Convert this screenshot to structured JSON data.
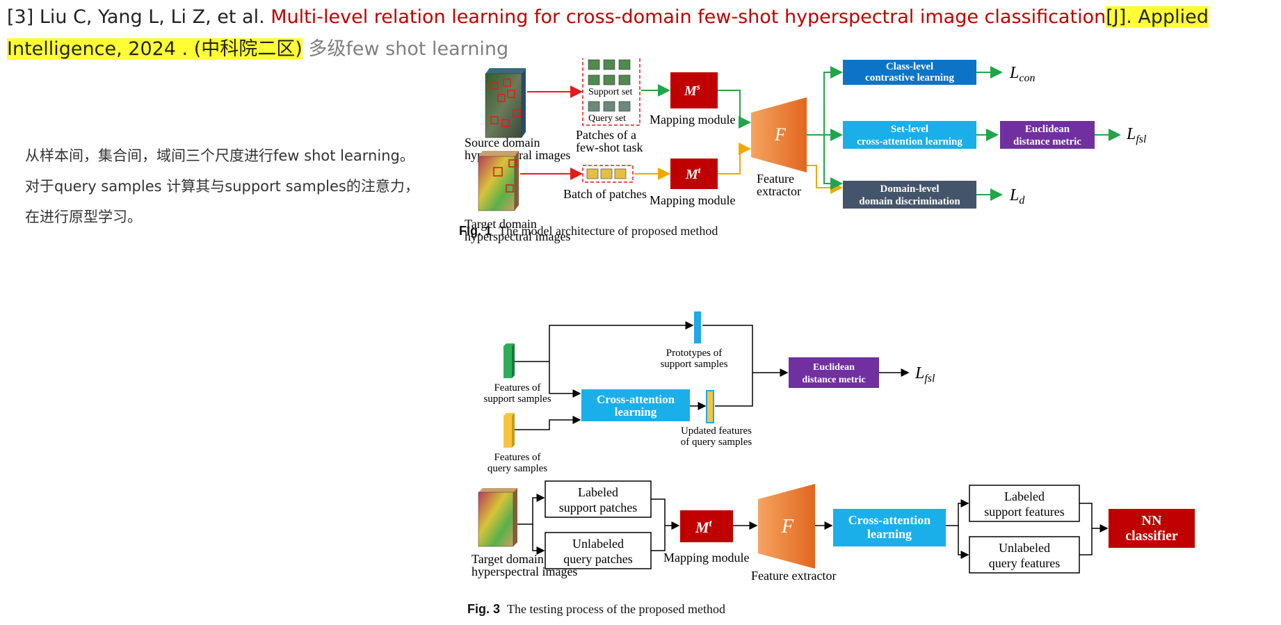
{
  "reference": {
    "index": "[3]",
    "authors": "Liu C, Yang L, Li Z, et al.",
    "title": "Multi-level relation learning for cross-domain few-shot hyperspectral image classification",
    "venue_part1": "[J]. Applied",
    "venue_part2": "Intelligence, 2024 . (中科院二区)",
    "tag": "多级few shot learning"
  },
  "notes": {
    "line1": "从样本间，集合间，域间三个尺度进行few shot learning。",
    "line2": "对于query samples 计算其与support samples的注意力，在进行原型学习。"
  },
  "figure1": {
    "caption_label": "Fig. 1",
    "caption_text": "The model architecture of proposed method",
    "source_label_1": "Source domain",
    "source_label_2": "hyperspectral images",
    "target_label_1": "Target domain",
    "target_label_2": "hyperspectral images",
    "support_set": "Support  set",
    "query_set": "Query set",
    "patches_label_1": "Patches of a",
    "patches_label_2": "few-shot task",
    "batch_label": "Batch of patches",
    "ms": "M",
    "ms_sup": "s",
    "mt": "M",
    "mt_sup": "t",
    "mapping_1": "Mapping module",
    "mapping_2": "Mapping module",
    "f": "F",
    "fe_1": "Feature",
    "fe_2": "extractor",
    "box_class_1": "Class-level",
    "box_class_2": "contrastive learning",
    "box_set_1": "Set-level",
    "box_set_2": "cross-attention learning",
    "box_domain_1": "Domain-level",
    "box_domain_2": "domain discrimination",
    "box_euclid_1": "Euclidean",
    "box_euclid_2": "distance metric",
    "l_con": "L",
    "l_con_sub": "con",
    "l_fsl": "L",
    "l_fsl_sub": "fsl",
    "l_d": "L",
    "l_d_sub": "d"
  },
  "figure2": {
    "features_support_1": "Features of",
    "features_support_2": "support samples",
    "features_query_1": "Features of",
    "features_query_2": "query samples",
    "cross_1": "Cross-attention",
    "cross_2": "learning",
    "prototypes_1": "Prototypes of",
    "prototypes_2": "support samples",
    "updated_1": "Updated features",
    "updated_2": "of query samples",
    "euclid_1": "Euclidean",
    "euclid_2": "distance metric",
    "l_fsl": "L",
    "l_fsl_sub": "fsl"
  },
  "figure3": {
    "caption_label": "Fig. 3",
    "caption_text": "The testing process of the proposed method",
    "target_1": "Target domain",
    "target_2": "hyperspectral images",
    "labeled_patches_1": "Labeled",
    "labeled_patches_2": "support patches",
    "unlabeled_patches_1": "Unlabeled",
    "unlabeled_patches_2": "query patches",
    "mt": "M",
    "mt_sup": "t",
    "mapping": "Mapping module",
    "f": "F",
    "fe": "Feature extractor",
    "cross_1": "Cross-attention",
    "cross_2": "learning",
    "labeled_feat_1": "Labeled",
    "labeled_feat_2": "support features",
    "unlabeled_feat_1": "Unlabeled",
    "unlabeled_feat_2": "query features",
    "nn_1": "NN",
    "nn_2": "classifier"
  },
  "colors": {
    "red_arrow": "#e31b1b",
    "green_arrow": "#1fa64a",
    "orange_arrow": "#f0a800",
    "class_box": "#0c74c7",
    "set_box": "#1aafe9",
    "domain_box": "#44546a",
    "euclid_box": "#7030a0",
    "mapping_box": "#c00000",
    "feature_extractor": "#ed7d31",
    "cross_box": "#1aafe9",
    "nn_box": "#c00000"
  }
}
